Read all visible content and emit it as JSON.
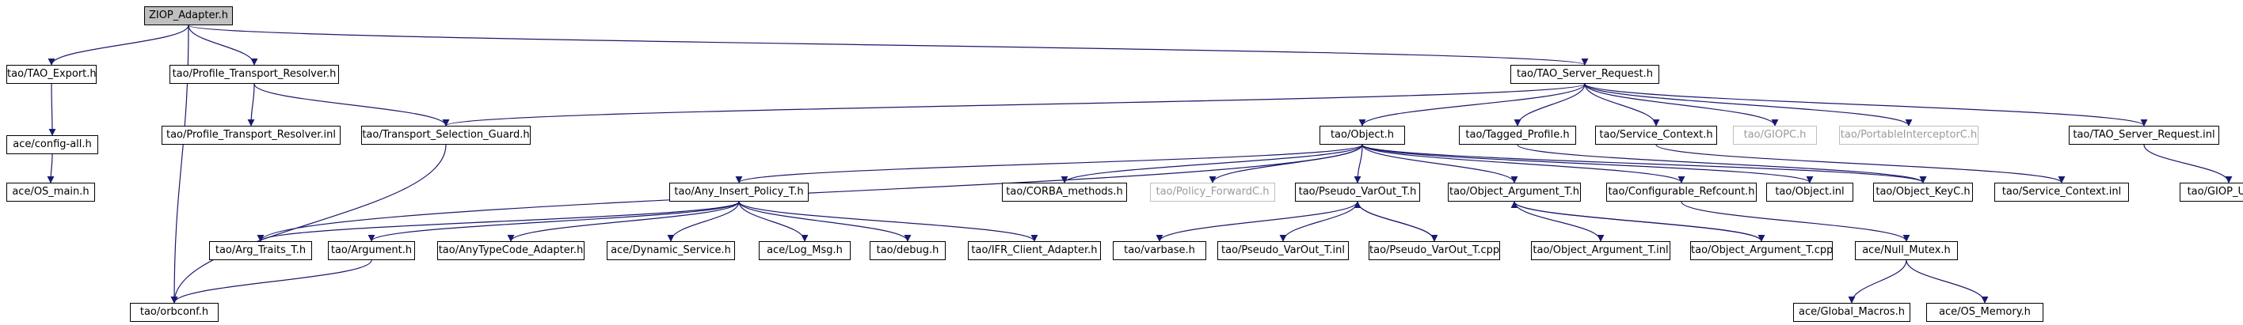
{
  "diagram": {
    "title": "",
    "nodes": [
      {
        "id": "ZIOP_Adapter_h",
        "label": "ZIOP_Adapter.h",
        "root": true
      },
      {
        "id": "TAO_Export_h",
        "label": "tao/TAO_Export.h"
      },
      {
        "id": "config_all_h",
        "label": "ace/config-all.h"
      },
      {
        "id": "OS_main_h",
        "label": "ace/OS_main.h"
      },
      {
        "id": "orbconf_h",
        "label": "tao/orbconf.h"
      },
      {
        "id": "PTR_h",
        "label": "tao/Profile_Transport_Resolver.h"
      },
      {
        "id": "PTR_inl",
        "label": "tao/Profile_Transport_Resolver.inl"
      },
      {
        "id": "TSG_h",
        "label": "tao/Transport_Selection_Guard.h"
      },
      {
        "id": "TSR_h",
        "label": "tao/TAO_Server_Request.h"
      },
      {
        "id": "Object_h",
        "label": "tao/Object.h"
      },
      {
        "id": "Tagged_Profile_h",
        "label": "tao/Tagged_Profile.h"
      },
      {
        "id": "Service_Context_h",
        "label": "tao/Service_Context.h"
      },
      {
        "id": "GIOPC_h",
        "label": "tao/GIOPC.h",
        "external": true
      },
      {
        "id": "PortableInterceptorC_h",
        "label": "tao/PortableInterceptorC.h",
        "external": true
      },
      {
        "id": "TSR_inl",
        "label": "tao/TAO_Server_Request.inl"
      },
      {
        "id": "Any_Insert_Policy_T_h",
        "label": "tao/Any_Insert_Policy_T.h"
      },
      {
        "id": "CORBA_methods_h",
        "label": "tao/CORBA_methods.h"
      },
      {
        "id": "Policy_ForwardC_h",
        "label": "tao/Policy_ForwardC.h",
        "external": true
      },
      {
        "id": "Pseudo_VarOut_T_h",
        "label": "tao/Pseudo_VarOut_T.h"
      },
      {
        "id": "Object_Argument_T_h",
        "label": "tao/Object_Argument_T.h"
      },
      {
        "id": "Configurable_Refcount_h",
        "label": "tao/Configurable_Refcount.h"
      },
      {
        "id": "Object_inl",
        "label": "tao/Object.inl"
      },
      {
        "id": "Object_KeyC_h",
        "label": "tao/Object_KeyC.h"
      },
      {
        "id": "Service_Context_inl",
        "label": "tao/Service_Context.inl"
      },
      {
        "id": "GIOP_Utils_h",
        "label": "tao/GIOP_Utils.h"
      },
      {
        "id": "Arg_Traits_T_h",
        "label": "tao/Arg_Traits_T.h"
      },
      {
        "id": "Argument_h",
        "label": "tao/Argument.h"
      },
      {
        "id": "AnyTypeCode_Adapter_h",
        "label": "tao/AnyTypeCode_Adapter.h"
      },
      {
        "id": "Dynamic_Service_h",
        "label": "ace/Dynamic_Service.h"
      },
      {
        "id": "Log_Msg_h",
        "label": "ace/Log_Msg.h"
      },
      {
        "id": "debug_h",
        "label": "tao/debug.h"
      },
      {
        "id": "IFR_Client_Adapter_h",
        "label": "tao/IFR_Client_Adapter.h"
      },
      {
        "id": "varbase_h",
        "label": "tao/varbase.h"
      },
      {
        "id": "Pseudo_VarOut_T_inl",
        "label": "tao/Pseudo_VarOut_T.inl"
      },
      {
        "id": "Pseudo_VarOut_T_cpp",
        "label": "tao/Pseudo_VarOut_T.cpp"
      },
      {
        "id": "Object_Argument_T_inl",
        "label": "tao/Object_Argument_T.inl"
      },
      {
        "id": "Object_Argument_T_cpp",
        "label": "tao/Object_Argument_T.cpp"
      },
      {
        "id": "Null_Mutex_h",
        "label": "ace/Null_Mutex.h"
      },
      {
        "id": "Global_Macros_h",
        "label": "ace/Global_Macros.h"
      },
      {
        "id": "OS_Memory_h",
        "label": "ace/OS_Memory.h"
      }
    ],
    "edges": [
      [
        "ZIOP_Adapter_h",
        "TAO_Export_h"
      ],
      [
        "ZIOP_Adapter_h",
        "PTR_h"
      ],
      [
        "ZIOP_Adapter_h",
        "orbconf_h"
      ],
      [
        "ZIOP_Adapter_h",
        "TSR_h"
      ],
      [
        "TAO_Export_h",
        "config_all_h"
      ],
      [
        "config_all_h",
        "OS_main_h"
      ],
      [
        "PTR_h",
        "PTR_inl"
      ],
      [
        "PTR_h",
        "TSG_h"
      ],
      [
        "TSG_h",
        "orbconf_h"
      ],
      [
        "TSR_h",
        "TSG_h"
      ],
      [
        "TSR_h",
        "Object_h"
      ],
      [
        "TSR_h",
        "Tagged_Profile_h"
      ],
      [
        "TSR_h",
        "Service_Context_h"
      ],
      [
        "TSR_h",
        "GIOPC_h"
      ],
      [
        "TSR_h",
        "PortableInterceptorC_h"
      ],
      [
        "TSR_h",
        "TSR_inl"
      ],
      [
        "TSR_inl",
        "GIOP_Utils_h"
      ],
      [
        "Tagged_Profile_h",
        "Object_KeyC_h"
      ],
      [
        "Service_Context_h",
        "Service_Context_inl"
      ],
      [
        "Object_h",
        "Arg_Traits_T_h"
      ],
      [
        "Object_h",
        "Any_Insert_Policy_T_h"
      ],
      [
        "Object_h",
        "CORBA_methods_h"
      ],
      [
        "Object_h",
        "Policy_ForwardC_h"
      ],
      [
        "Object_h",
        "Pseudo_VarOut_T_h"
      ],
      [
        "Object_h",
        "Object_Argument_T_h"
      ],
      [
        "Object_h",
        "Configurable_Refcount_h"
      ],
      [
        "Object_h",
        "Object_inl"
      ],
      [
        "Object_h",
        "Object_KeyC_h"
      ],
      [
        "Any_Insert_Policy_T_h",
        "Arg_Traits_T_h"
      ],
      [
        "Any_Insert_Policy_T_h",
        "Argument_h"
      ],
      [
        "Any_Insert_Policy_T_h",
        "AnyTypeCode_Adapter_h"
      ],
      [
        "Any_Insert_Policy_T_h",
        "Dynamic_Service_h"
      ],
      [
        "Any_Insert_Policy_T_h",
        "Log_Msg_h"
      ],
      [
        "Any_Insert_Policy_T_h",
        "debug_h"
      ],
      [
        "Any_Insert_Policy_T_h",
        "IFR_Client_Adapter_h"
      ],
      [
        "Argument_h",
        "orbconf_h"
      ],
      [
        "Pseudo_VarOut_T_h",
        "varbase_h"
      ],
      [
        "Pseudo_VarOut_T_h",
        "Pseudo_VarOut_T_inl"
      ],
      [
        "Pseudo_VarOut_T_h",
        "Pseudo_VarOut_T_cpp"
      ],
      [
        "Pseudo_VarOut_T_cpp",
        "Pseudo_VarOut_T_h"
      ],
      [
        "Object_Argument_T_h",
        "Object_Argument_T_inl"
      ],
      [
        "Object_Argument_T_h",
        "Object_Argument_T_cpp"
      ],
      [
        "Object_Argument_T_cpp",
        "Object_Argument_T_h"
      ],
      [
        "Configurable_Refcount_h",
        "Null_Mutex_h"
      ],
      [
        "Null_Mutex_h",
        "Global_Macros_h"
      ],
      [
        "Null_Mutex_h",
        "OS_Memory_h"
      ]
    ]
  },
  "colors": {
    "node_border": "#000000",
    "node_fill": "#ffffff",
    "root_fill": "#bfbfbf",
    "external_border": "#bfbfbf",
    "external_text": "#9a9a9a",
    "edge": "#191970"
  }
}
